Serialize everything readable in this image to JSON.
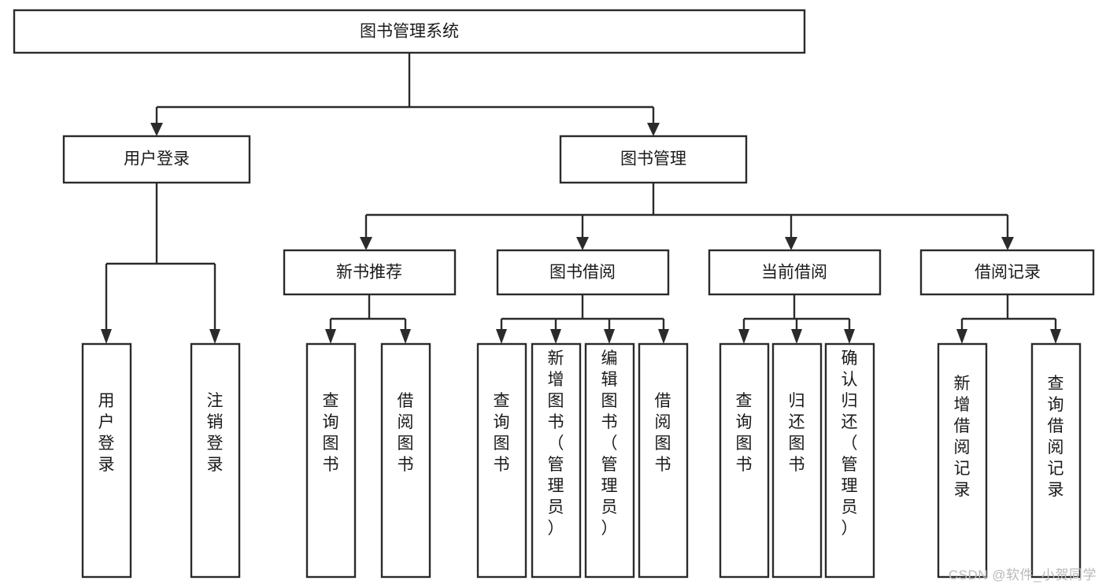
{
  "diagram": {
    "type": "tree",
    "title": "图书管理系统",
    "orientation": "top-down",
    "watermark": "CSDN @软件_小贺同学",
    "colors": {
      "box_stroke": "#2b2b2b",
      "box_fill": "#ffffff",
      "connector": "#2b2b2b",
      "text": "#1a1a1a",
      "background": "#ffffff",
      "watermark": "#b9b9b9"
    },
    "nodes": {
      "root": {
        "label": "图书管理系统",
        "level": 0,
        "orientation": "horizontal"
      },
      "l1": [
        {
          "label": "用户登录",
          "level": 1,
          "orientation": "horizontal"
        },
        {
          "label": "图书管理",
          "level": 1,
          "orientation": "horizontal"
        }
      ],
      "l2": [
        {
          "label": "新书推荐",
          "level": 2,
          "orientation": "horizontal",
          "parent": "图书管理"
        },
        {
          "label": "图书借阅",
          "level": 2,
          "orientation": "horizontal",
          "parent": "图书管理"
        },
        {
          "label": "当前借阅",
          "level": 2,
          "orientation": "horizontal",
          "parent": "图书管理"
        },
        {
          "label": "借阅记录",
          "level": 2,
          "orientation": "horizontal",
          "parent": "图书管理"
        }
      ],
      "leaves": [
        {
          "label": "用户登录",
          "parent": "用户登录",
          "orientation": "vertical"
        },
        {
          "label": "注销登录",
          "parent": "用户登录",
          "orientation": "vertical"
        },
        {
          "label": "查询图书",
          "parent": "新书推荐",
          "orientation": "vertical"
        },
        {
          "label": "借阅图书",
          "parent": "新书推荐",
          "orientation": "vertical"
        },
        {
          "label": "查询图书",
          "parent": "图书借阅",
          "orientation": "vertical"
        },
        {
          "label": "新增图书（管理员）",
          "parent": "图书借阅",
          "orientation": "vertical"
        },
        {
          "label": "编辑图书（管理员）",
          "parent": "图书借阅",
          "orientation": "vertical"
        },
        {
          "label": "借阅图书",
          "parent": "图书借阅",
          "orientation": "vertical"
        },
        {
          "label": "查询图书",
          "parent": "当前借阅",
          "orientation": "vertical"
        },
        {
          "label": "归还图书",
          "parent": "当前借阅",
          "orientation": "vertical"
        },
        {
          "label": "确认归还（管理员）",
          "parent": "当前借阅",
          "orientation": "vertical"
        },
        {
          "label": "新增借阅记录",
          "parent": "借阅记录",
          "orientation": "vertical"
        },
        {
          "label": "查询借阅记录",
          "parent": "借阅记录",
          "orientation": "vertical"
        }
      ]
    }
  }
}
